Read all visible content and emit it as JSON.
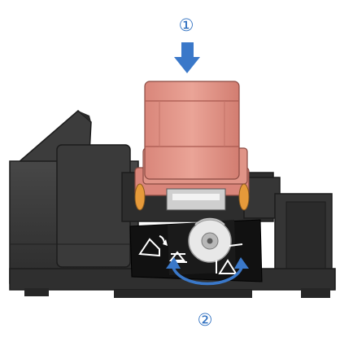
{
  "steps": [
    {
      "number": "①",
      "action": "press-down"
    },
    {
      "number": "②",
      "action": "rotate-dial"
    }
  ],
  "icons": [
    "down-arrow-icon",
    "lid-open-icon",
    "blade-icon",
    "blade-set-icon",
    "rotate-arrows-icon"
  ],
  "colors": {
    "accent": "#2e6fc0",
    "arrow": "#3a78c9",
    "press_block": "#e39b8e",
    "housing": "#3a3a3a",
    "housing_dark": "#262626",
    "orange_ring": "#e69a3a"
  }
}
